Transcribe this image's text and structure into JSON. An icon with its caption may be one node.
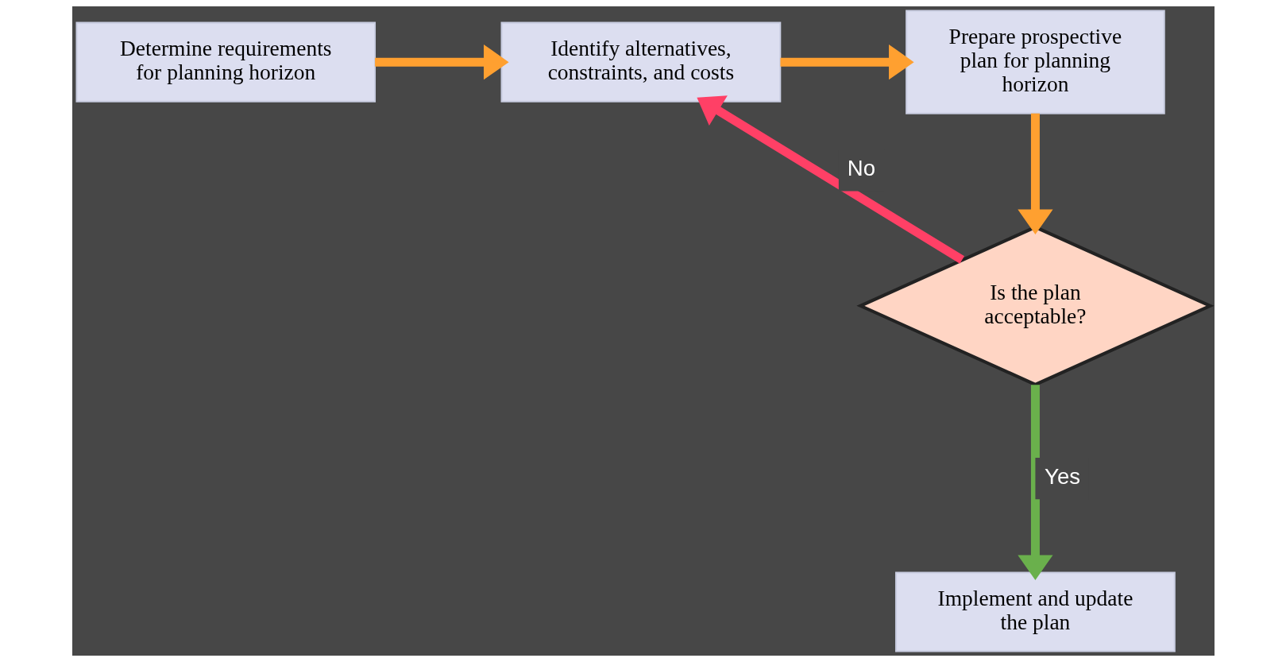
{
  "diagram": {
    "nodes": [
      {
        "text": [
          "Determine requirements for planning horizon"
        ]
      },
      {
        "text": [
          "Identify alternatives, constraints, and costs"
        ]
      },
      {
        "text": [
          "Prepare prospective plan for planning horizon"
        ]
      },
      {
        "text": [
          "Is the plan acceptable?"
        ]
      },
      {
        "text": [
          "Implement and update the plan"
        ]
      }
    ],
    "edges": [
      {
        "from": 0,
        "to": 1,
        "arrow": "to"
      },
      {
        "from": 1,
        "to": 2,
        "arrow": "to"
      },
      {
        "from": 2,
        "to": 3,
        "arrow": "to"
      },
      {
        "from": 3,
        "to": 1,
        "arrow": "to",
        "label": "No",
        "color": "#ff4066"
      },
      {
        "from": 3,
        "to": 4,
        "arrow": "to",
        "label": "Yes",
        "color": "#6ab04c"
      }
    ]
  }
}
